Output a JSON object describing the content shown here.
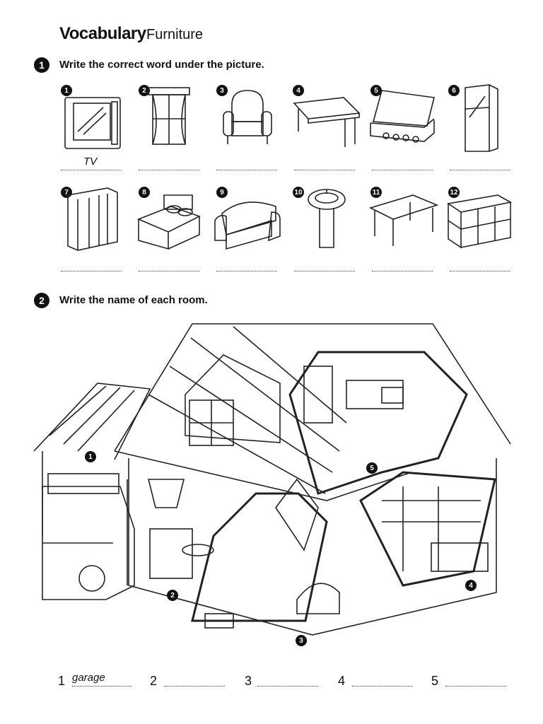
{
  "header": {
    "title": "Vocabulary",
    "subtitle": "Furniture"
  },
  "exercise1": {
    "number": "1",
    "instruction": "Write the correct word under the picture.",
    "items": [
      {
        "n": "1",
        "answer": "TV"
      },
      {
        "n": "2",
        "answer": ""
      },
      {
        "n": "3",
        "answer": ""
      },
      {
        "n": "4",
        "answer": ""
      },
      {
        "n": "5",
        "answer": ""
      },
      {
        "n": "6",
        "answer": ""
      },
      {
        "n": "7",
        "answer": ""
      },
      {
        "n": "8",
        "answer": ""
      },
      {
        "n": "9",
        "answer": ""
      },
      {
        "n": "10",
        "answer": ""
      },
      {
        "n": "11",
        "answer": ""
      },
      {
        "n": "12",
        "answer": ""
      }
    ]
  },
  "exercise2": {
    "number": "2",
    "instruction": "Write the name of each room.",
    "room_markers": [
      "1",
      "2",
      "3",
      "4",
      "5"
    ],
    "answers": [
      {
        "n": "1",
        "answer": "garage"
      },
      {
        "n": "2",
        "answer": ""
      },
      {
        "n": "3",
        "answer": ""
      },
      {
        "n": "4",
        "answer": ""
      },
      {
        "n": "5",
        "answer": ""
      }
    ]
  }
}
